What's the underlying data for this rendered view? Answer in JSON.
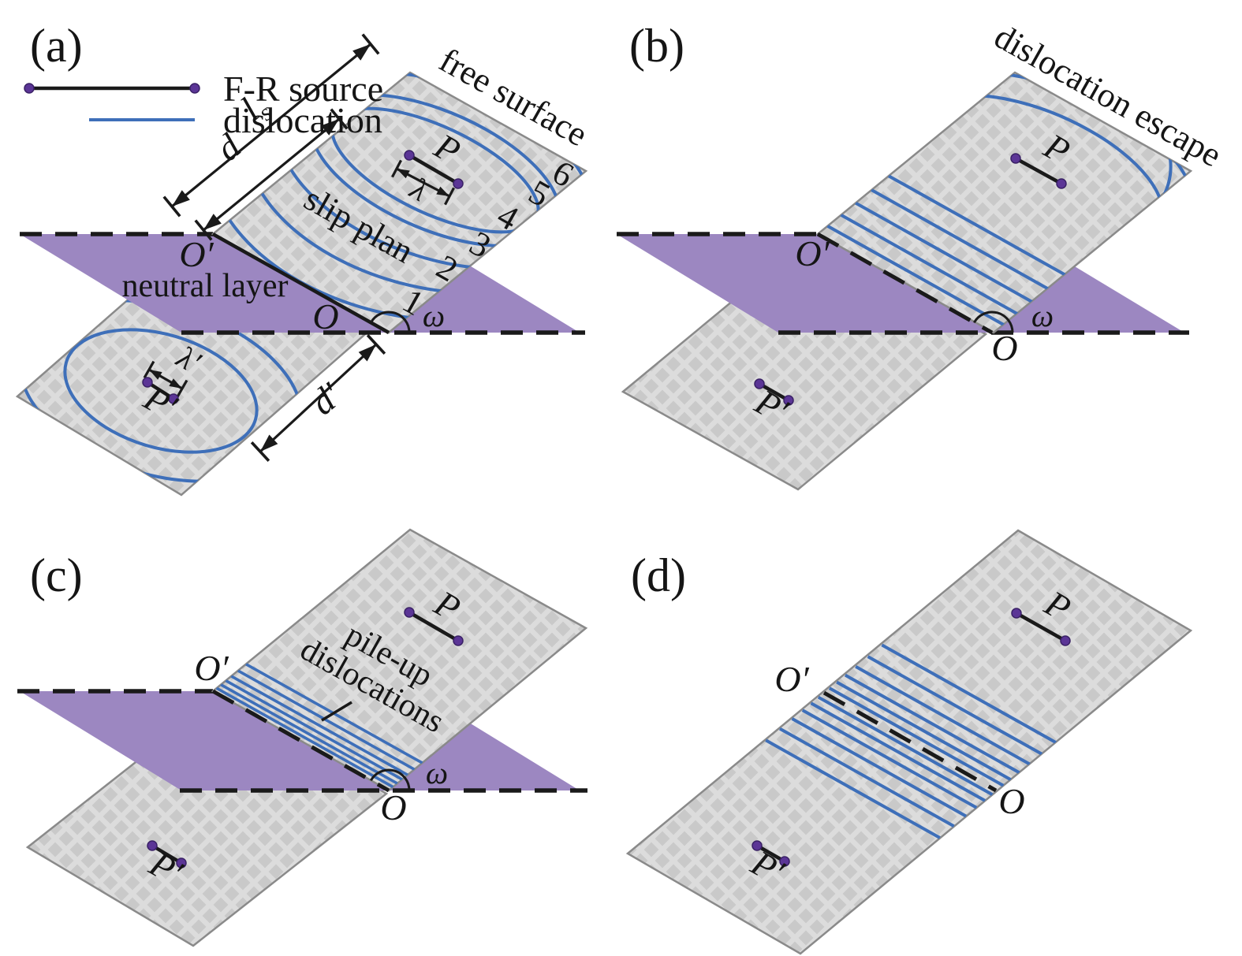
{
  "panels": {
    "a": {
      "label": "(a)",
      "legend": {
        "fr_source": "F-R source",
        "dislocation": "dislocation"
      },
      "annotations": {
        "free_surface": "free surface",
        "slip_plane": "slip plan",
        "neutral_layer": "neutral layer",
        "source_length_main": "l",
        "source_length_sub": "s",
        "distance_d": "d",
        "distance_d_prime": "d′",
        "lambda": "λ",
        "lambda_prime": "λ′",
        "omega": "ω",
        "o_prime": "O′",
        "o": "O",
        "p": "P",
        "p_prime": "P′"
      },
      "loop_numbers": [
        "1",
        "2",
        "3",
        "4",
        "5",
        "6"
      ]
    },
    "b": {
      "label": "(b)",
      "annotations": {
        "dislocation_escape": "dislocation escape",
        "omega": "ω",
        "o_prime": "O′",
        "o": "O",
        "p": "P",
        "p_prime": "P′"
      }
    },
    "c": {
      "label": "(c)",
      "annotations": {
        "pile_up_line1": "pile-up",
        "pile_up_line2": "dislocations",
        "omega": "ω",
        "o_prime": "O′",
        "o": "O",
        "p": "P",
        "p_prime": "P′"
      }
    },
    "d": {
      "label": "(d)",
      "annotations": {
        "o_prime": "O′",
        "o": "O",
        "p": "P",
        "p_prime": "P′"
      }
    }
  },
  "colors": {
    "plate_base": "#c9c9c9",
    "plate_lattice": "#dcdcdc",
    "plate_border": "#8a8a8a",
    "neutral_layer": "#9c87c1",
    "dislocation_blue": "#3e6fb9",
    "fr_dot": "#5b3596",
    "line_black": "#1a1a1a"
  }
}
